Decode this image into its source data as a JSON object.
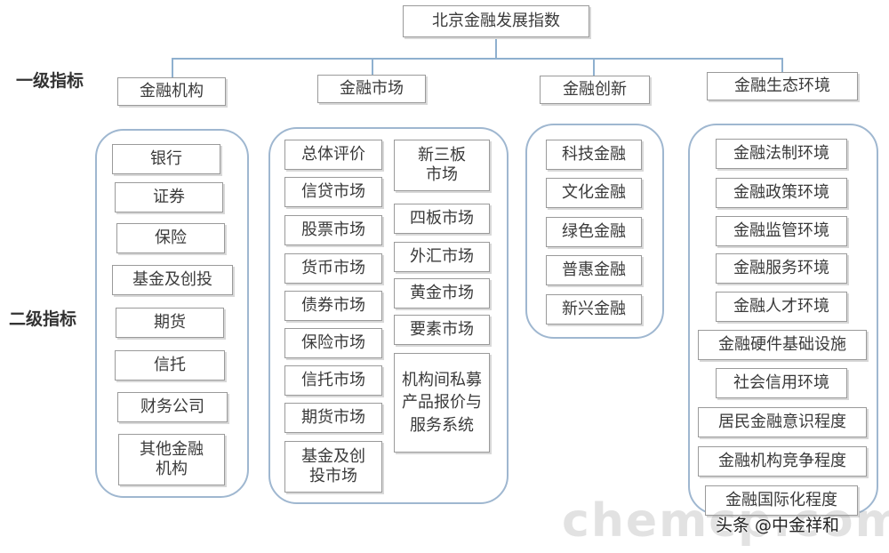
{
  "root": {
    "label": "北京金融发展指数"
  },
  "level_labels": {
    "level1": "一级指标",
    "level2": "二级指标"
  },
  "categories": [
    {
      "label": "金融机构",
      "items": [
        "银行",
        "证券",
        "保险",
        "基金及创投",
        "期货",
        "信托",
        "财务公司",
        "其他金融机构"
      ]
    },
    {
      "label": "金融市场",
      "items_left": [
        "总体评价",
        "信贷市场",
        "股票市场",
        "货币市场",
        "债券市场",
        "保险市场",
        "信托市场",
        "期货市场",
        "基金及创投市场"
      ],
      "items_right": [
        "新三板市场",
        "四板市场",
        "外汇市场",
        "黄金市场",
        "要素市场",
        "机构间私募产品报价与服务系统"
      ]
    },
    {
      "label": "金融创新",
      "items": [
        "科技金融",
        "文化金融",
        "绿色金融",
        "普惠金融",
        "新兴金融"
      ]
    },
    {
      "label": "金融生态环境",
      "items": [
        "金融法制环境",
        "金融政策环境",
        "金融监管环境",
        "金融服务环境",
        "金融人才环境",
        "金融硬件基础设施",
        "社会信用环境",
        "居民金融意识程度",
        "金融机构竞争程度",
        "金融国际化程度"
      ]
    }
  ],
  "watermark": {
    "logo_text": "chemcp.com",
    "text": "头条 @中金祥和"
  }
}
